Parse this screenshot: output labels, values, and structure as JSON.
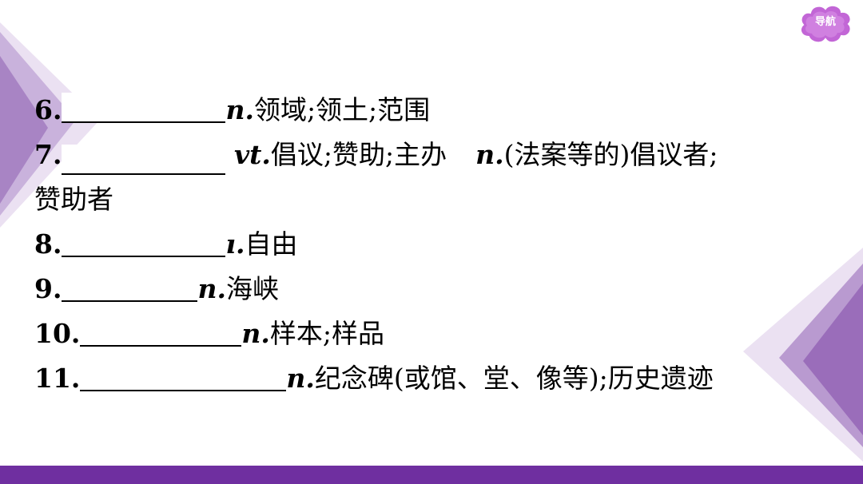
{
  "nav": {
    "label": "导航"
  },
  "colors": {
    "accent": "#6f2fa0",
    "decor_light": "#e6d9ef",
    "decor_mid": "#b99ad0",
    "nav_fill": "#c266d6"
  },
  "items": [
    {
      "num": "6.",
      "pos": "n.",
      "def": "领域;领土;范围"
    },
    {
      "num": "7.",
      "pos": "vt.",
      "def": "倡议;赞助;主办",
      "pos2": "n.",
      "def2": "(法案等的)倡议者;",
      "cont": "赞助者"
    },
    {
      "num": "8.",
      "pos": "ı.",
      "def": "自由"
    },
    {
      "num": "9.",
      "pos": "n.",
      "def": "海峡"
    },
    {
      "num": "10.",
      "pos": "n.",
      "def": "样本;样品"
    },
    {
      "num": "11.",
      "pos": "n.",
      "def": "纪念碑(或馆、堂、像等);历史遗迹"
    }
  ]
}
